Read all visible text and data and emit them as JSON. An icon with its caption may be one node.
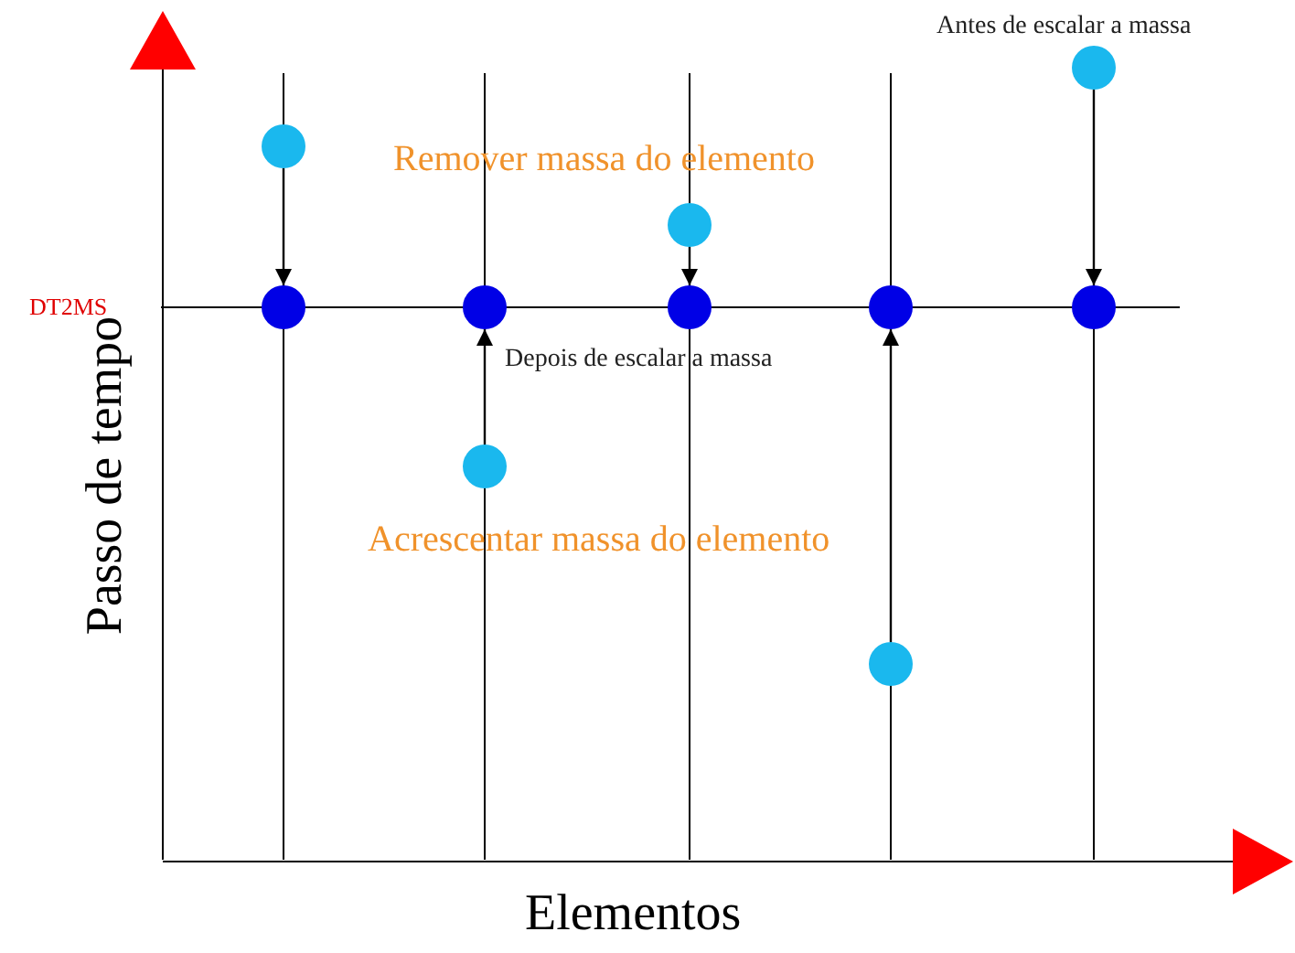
{
  "diagram": {
    "nodes": [
      {
        "text": [],
        "shape": "circle"
      },
      {
        "text": [],
        "shape": "circle"
      },
      {
        "text": [],
        "shape": "circle"
      },
      {
        "text": [],
        "shape": "circle"
      },
      {
        "text": [],
        "shape": "circle"
      },
      {
        "text": [],
        "shape": "circle"
      },
      {
        "text": [],
        "shape": "circle"
      },
      {
        "text": [],
        "shape": "circle"
      },
      {
        "text": [],
        "shape": "circle"
      },
      {
        "text": [],
        "shape": "circle"
      }
    ],
    "edges": [
      {
        "from": 0,
        "to": 5,
        "arrow": "to"
      },
      {
        "from": 1,
        "to": 6,
        "arrow": "to"
      },
      {
        "from": 2,
        "to": 7,
        "arrow": "to"
      },
      {
        "from": 3,
        "to": 8,
        "arrow": "to"
      },
      {
        "from": 4,
        "to": 9,
        "arrow": "to"
      }
    ],
    "labels": [
      "Antes de escalar a massa",
      "Remover massa do elemento",
      "DT2MS",
      "Depois de escalar a massa",
      "Acrescentar massa do elemento",
      "Passo de tempo",
      "Elementos"
    ]
  }
}
